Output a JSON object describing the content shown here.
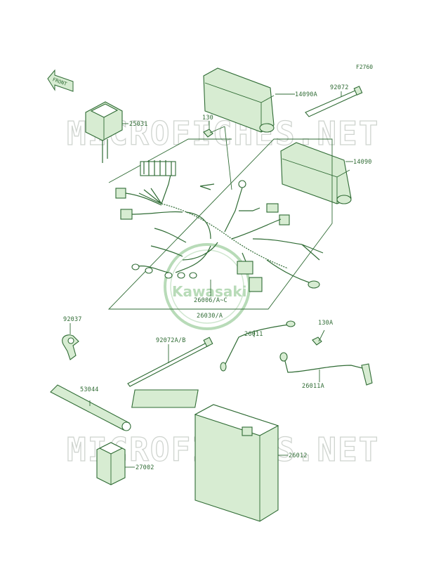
{
  "figure_number": "F2760",
  "front_label": "FRONT",
  "watermark_text": "MICROFICHES.NET",
  "logo_text": "Kawasaki",
  "colors": {
    "line": "#2f6b34",
    "part_fill": "#d7ecd2",
    "watermark": "#cfd4cf",
    "logo": "#b8dbb8"
  },
  "parts": [
    {
      "id": "14090A",
      "label": "14090A"
    },
    {
      "id": "92072",
      "label": "92072"
    },
    {
      "id": "130",
      "label": "130"
    },
    {
      "id": "25031",
      "label": "25031"
    },
    {
      "id": "14090",
      "label": "14090"
    },
    {
      "id": "26006",
      "label": "26006/A~C"
    },
    {
      "id": "26030",
      "label": "26030/A"
    },
    {
      "id": "92037",
      "label": "92037"
    },
    {
      "id": "92072AB",
      "label": "92072A/B"
    },
    {
      "id": "26011",
      "label": "26011"
    },
    {
      "id": "130A",
      "label": "130A"
    },
    {
      "id": "26011A",
      "label": "26011A"
    },
    {
      "id": "53044",
      "label": "53044"
    },
    {
      "id": "26012",
      "label": "26012"
    },
    {
      "id": "27002",
      "label": "27002"
    }
  ]
}
